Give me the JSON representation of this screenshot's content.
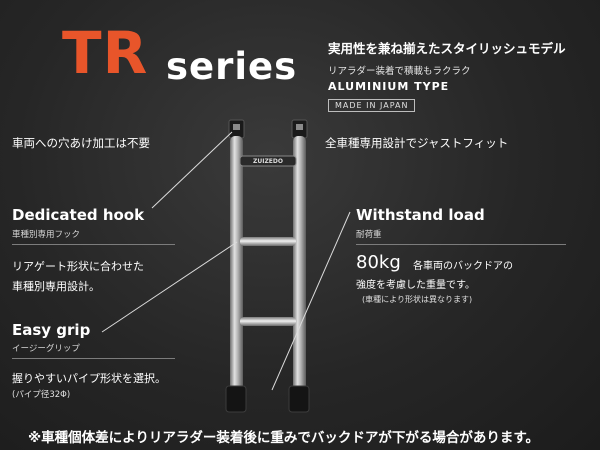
{
  "header": {
    "logo_tr": "TR",
    "logo_series": "series",
    "tagline": "実用性を兼ね揃えたスタイリッシュモデル",
    "subtagline": "リアラダー装着で積載もラクラク",
    "type_label": "ALUMINIUM TYPE",
    "made_badge": "MADE IN JAPAN",
    "accent_color": "#e8552a"
  },
  "features": {
    "no_hole": "車両への穴あけ加工は不要",
    "just_fit": "全車種専用設計でジャストフィット",
    "hook": {
      "title": "Dedicated hook",
      "subtitle": "車種別専用フック",
      "desc_line1": "リアゲート形状に合わせた",
      "desc_line2": "車種別専用設計。"
    },
    "grip": {
      "title": "Easy grip",
      "subtitle": "イージーグリップ",
      "desc_line1": "握りやすいパイプ形状を選択。",
      "desc_line2": "(パイプ径32Φ)"
    },
    "load": {
      "title": "Withstand load",
      "subtitle": "耐荷重",
      "value": "80kg",
      "desc_line1": "各車両のバックドアの",
      "desc_line2": "強度を考慮した重量です。",
      "desc_line3": "(車種により形状は異なります)"
    }
  },
  "ladder": {
    "brand_plate": "ZUIZEDO"
  },
  "notice": "※車種個体差によりリアラダー装着後に重みでバックドアが下がる場合があります。"
}
